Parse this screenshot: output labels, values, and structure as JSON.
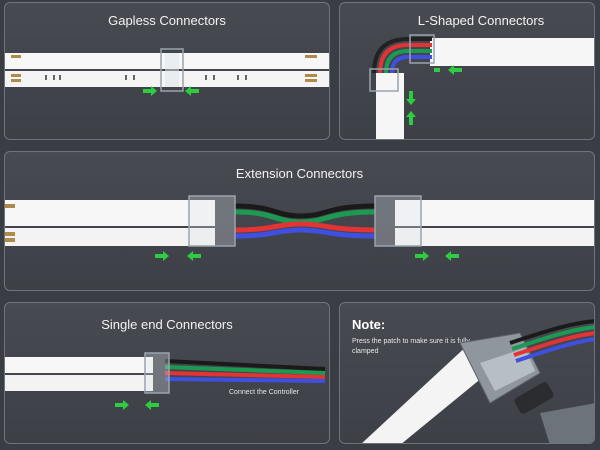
{
  "panels": {
    "gapless": {
      "title": "Gapless Connectors"
    },
    "lshaped": {
      "title": "L-Shaped Connectors"
    },
    "extension": {
      "title": "Extension Connectors"
    },
    "single": {
      "title": "Single end Connectors",
      "caption": "Connect the Controller"
    },
    "note": {
      "title": "Note:",
      "body": "Press the patch to make sure it is fully clamped"
    }
  },
  "colors": {
    "background": "#3a3d43",
    "arrow": "#2ecc40",
    "wire_red": "#e23434",
    "wire_green": "#1d9a52",
    "wire_blue": "#3f4fe0",
    "wire_black": "#1a1a1a"
  }
}
